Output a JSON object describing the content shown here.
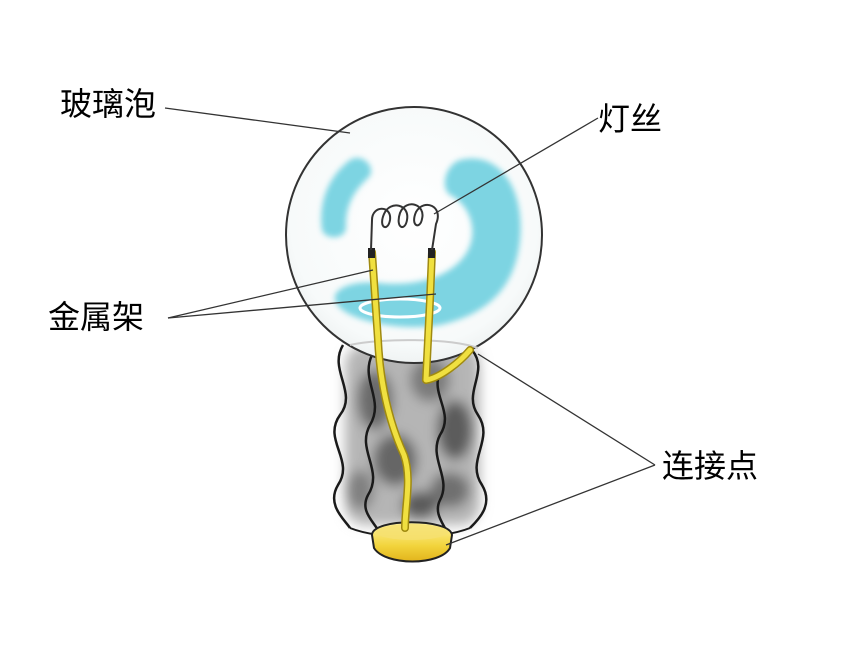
{
  "labels": {
    "glass_bulb": "玻璃泡",
    "filament": "灯丝",
    "metal_frame": "金属架",
    "connection_point": "连接点"
  },
  "colors": {
    "glass_tint": "#6fd0e0",
    "wire": "#f0e040",
    "wire_outline": "#a08a10",
    "base_cap": "#f2d43c",
    "screw_dark": "#5a5a5a",
    "leader_line": "#333333"
  }
}
